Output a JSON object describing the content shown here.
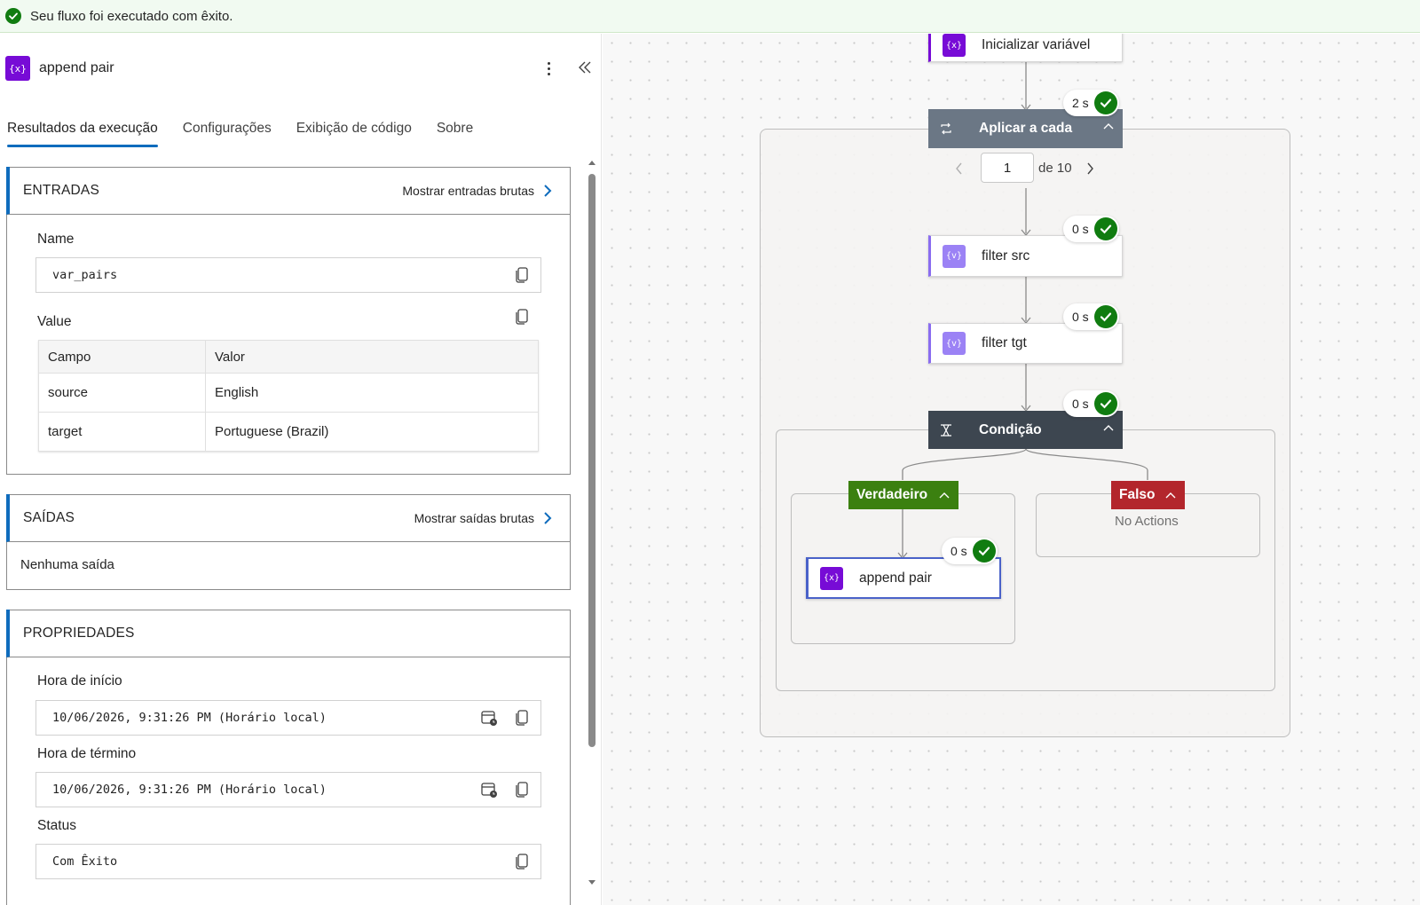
{
  "banner": {
    "message": "Seu fluxo foi executado com êxito."
  },
  "panel": {
    "title": "append pair",
    "icon_text": "{x}",
    "tabs": [
      {
        "label": "Resultados da execução",
        "active": true
      },
      {
        "label": "Configurações"
      },
      {
        "label": "Exibição de código"
      },
      {
        "label": "Sobre"
      }
    ],
    "inputs": {
      "title": "ENTRADAS",
      "raw_link": "Mostrar entradas brutas",
      "name_label": "Name",
      "name_value": "var_pairs",
      "value_label": "Value",
      "table": {
        "headers": [
          "Campo",
          "Valor"
        ],
        "rows": [
          [
            "source",
            "English"
          ],
          [
            "target",
            "Portuguese (Brazil)"
          ]
        ]
      }
    },
    "outputs": {
      "title": "SAÍDAS",
      "raw_link": "Mostrar saídas brutas",
      "empty_text": "Nenhuma saída"
    },
    "properties": {
      "title": "PROPRIEDADES",
      "start_label": "Hora de início",
      "start_value": "10/06/2026, 9:31:26 PM (Horário local)",
      "end_label": "Hora de término",
      "end_value": "10/06/2026, 9:31:26 PM (Horário local)",
      "status_label": "Status",
      "status_value": "Com Êxito"
    }
  },
  "canvas": {
    "init_node": {
      "label": "Inicializar variável",
      "icon_text": "{x}"
    },
    "apply_each": {
      "label": "Aplicar a cada",
      "duration": "2 s",
      "page_value": "1",
      "page_total": "de 10"
    },
    "filter_src": {
      "label": "filter src",
      "duration": "0 s",
      "icon_text": "{v}"
    },
    "filter_tgt": {
      "label": "filter tgt",
      "duration": "0 s",
      "icon_text": "{v}"
    },
    "condition": {
      "label": "Condição",
      "duration": "0 s"
    },
    "true_branch": {
      "label": "Verdadeiro"
    },
    "false_branch": {
      "label": "Falso",
      "empty_text": "No Actions"
    },
    "append_pair": {
      "label": "append pair",
      "duration": "0 s",
      "icon_text": "{x}"
    }
  },
  "colors": {
    "success": "#107c10",
    "accent": "#0f6cbd",
    "variable": "#770bd6",
    "scope_gray": "#6b7785",
    "condition_dark": "#3d4650",
    "true_green": "#3b8010",
    "false_red": "#b3262c"
  }
}
